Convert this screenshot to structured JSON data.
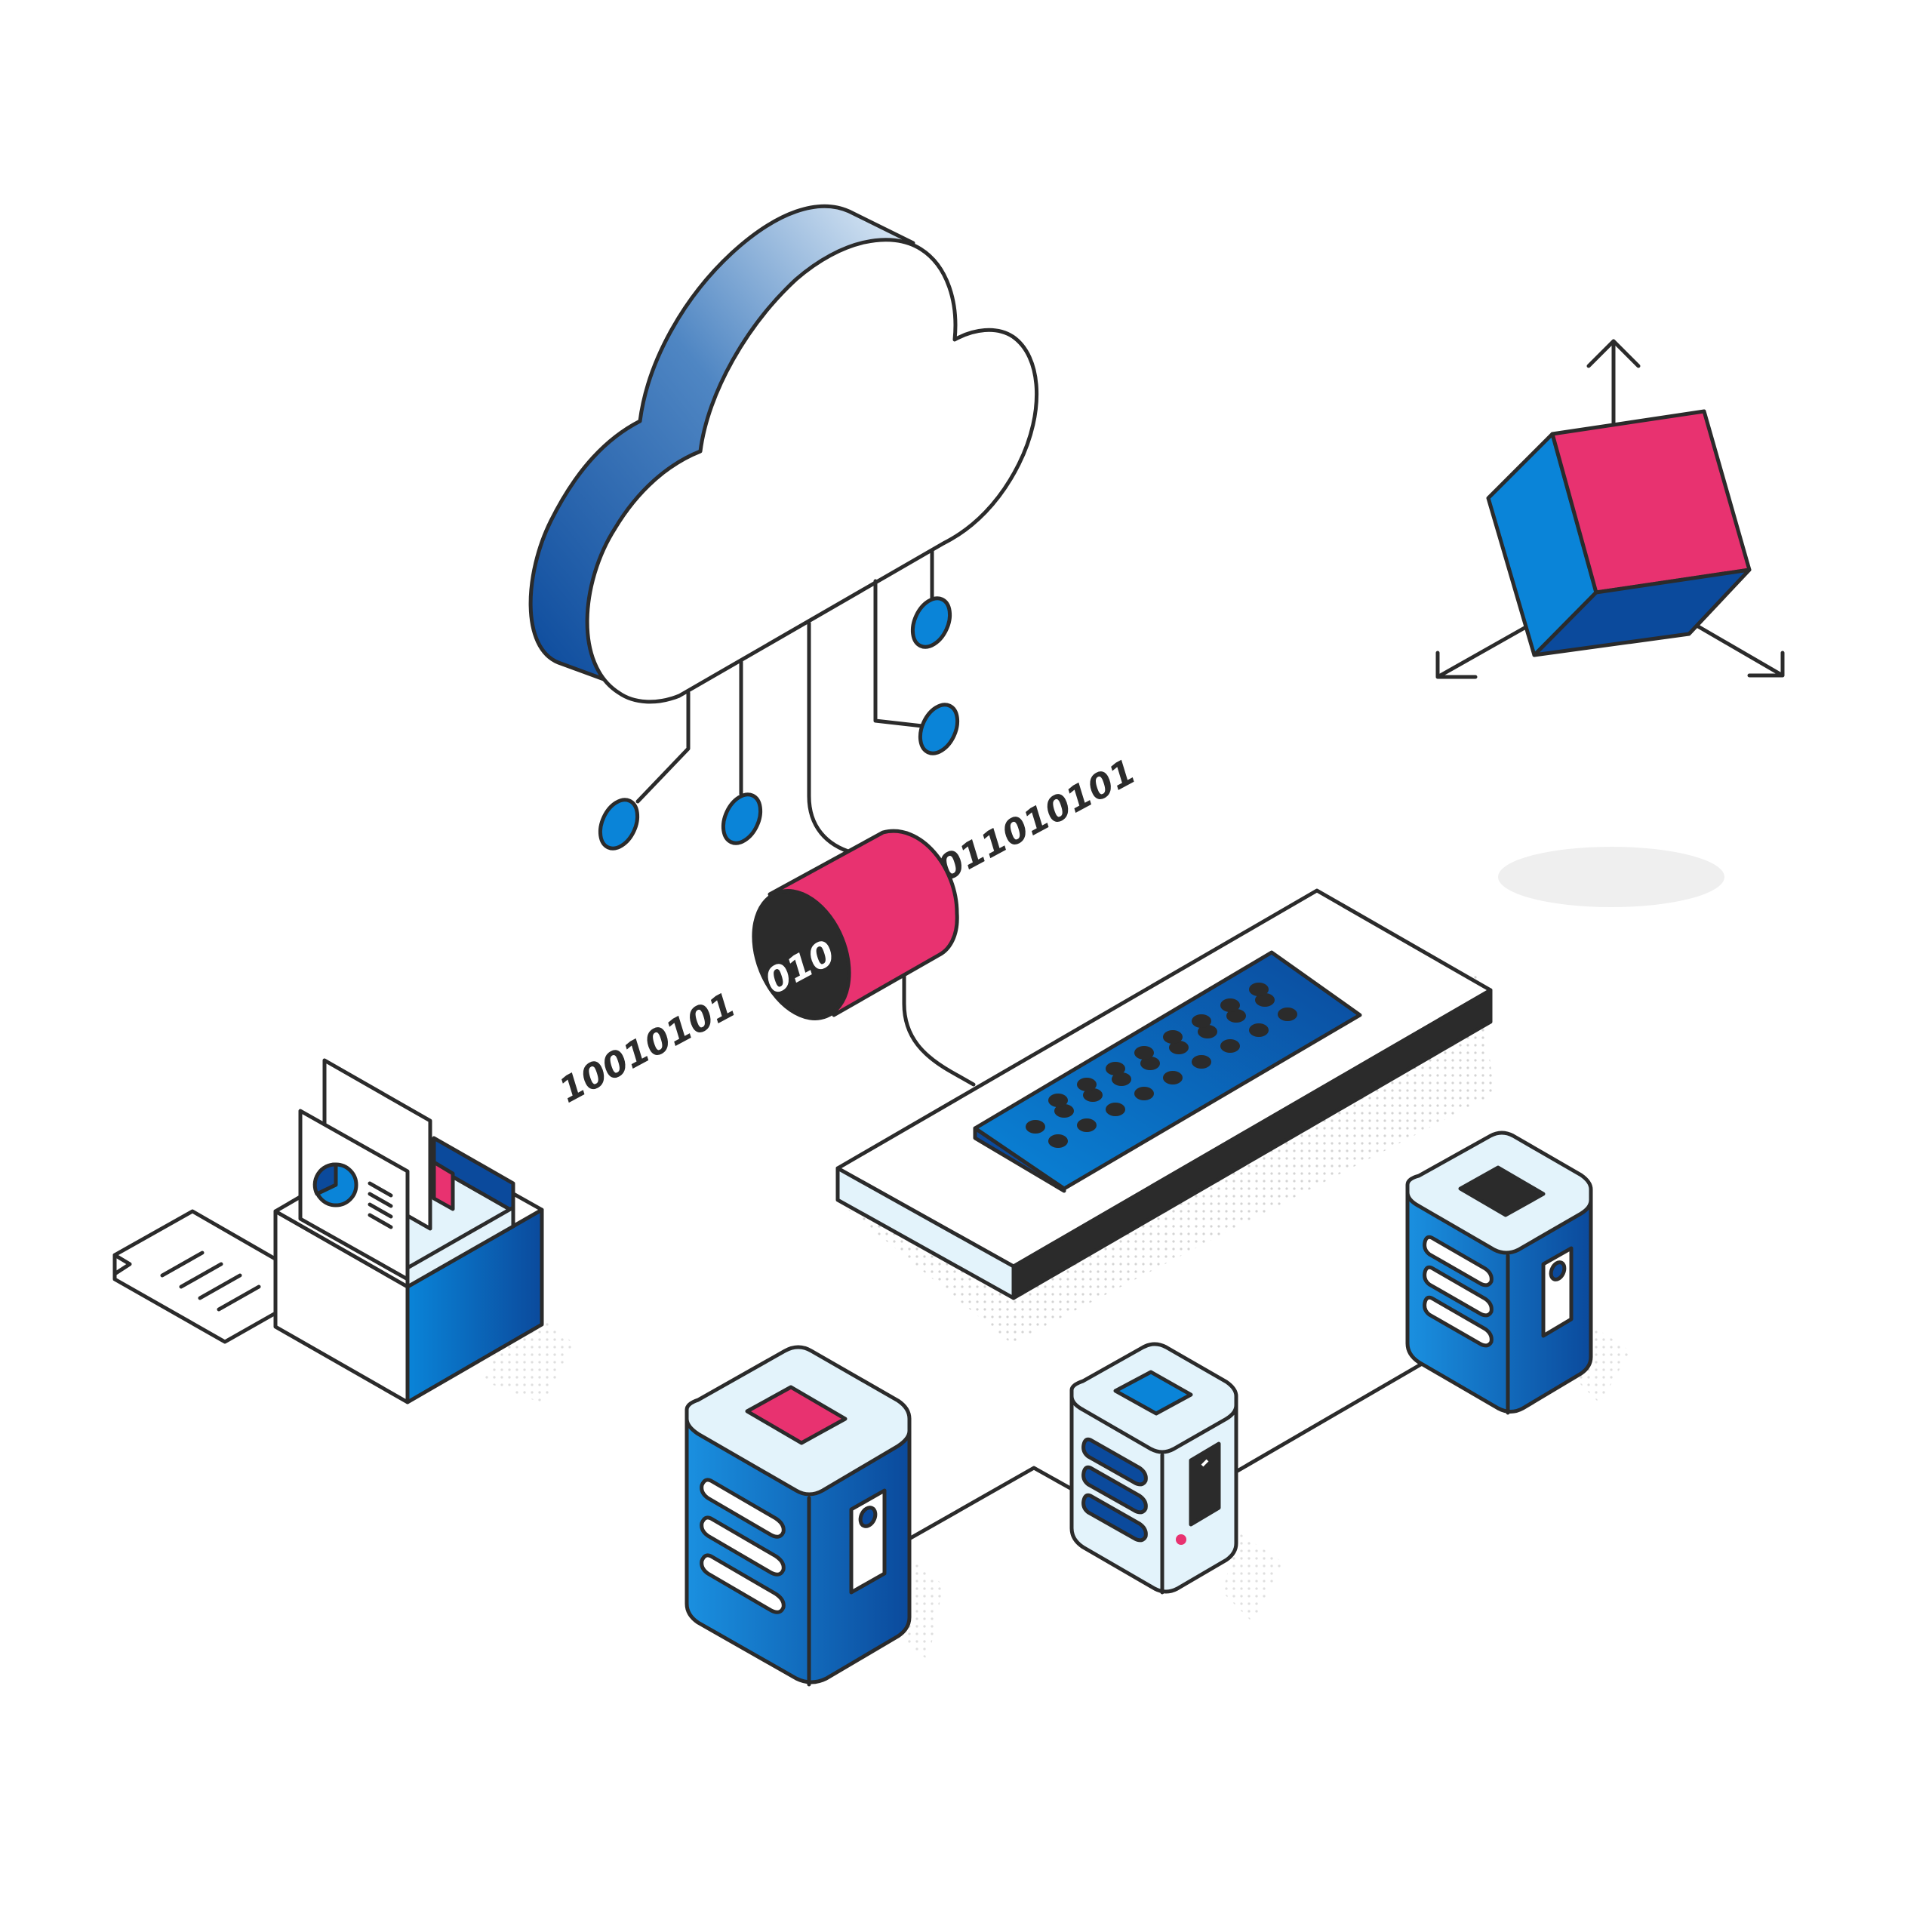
{
  "binary": {
    "left_stream": "10010101",
    "cylinder_face": "010",
    "right_stream": "011010101"
  },
  "colors": {
    "primary_blue": "#0a84d8",
    "deep_blue": "#0b4a9c",
    "light_blue": "#e3f3fb",
    "magenta": "#e83270",
    "outline": "#2b2b2b",
    "white": "#ffffff"
  },
  "icons": {
    "cloud": "cloud-icon",
    "cube": "cube-icon",
    "cylinder": "data-cylinder-icon",
    "keyboard": "keyboard-icon",
    "file_box": "file-box-icon",
    "servers": "server-icon"
  }
}
